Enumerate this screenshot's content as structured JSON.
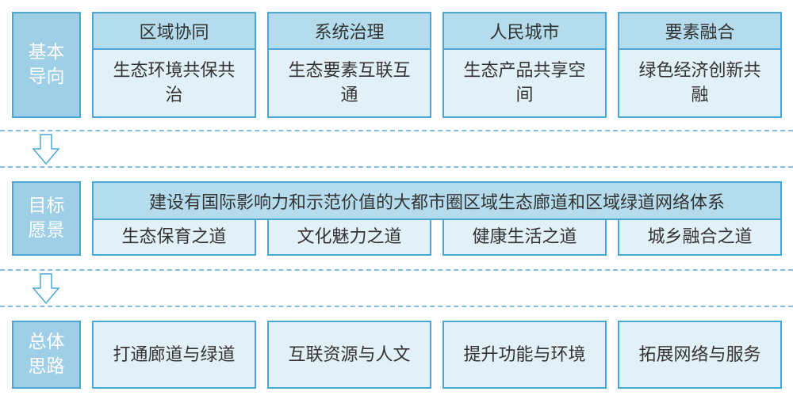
{
  "rows": {
    "basic": {
      "label": "基本导向",
      "columns": [
        {
          "header": "区域协同",
          "body": "生态环境共保共治"
        },
        {
          "header": "系统治理",
          "body": "生态要素互联互通"
        },
        {
          "header": "人民城市",
          "body": "生态产品共享空间"
        },
        {
          "header": "要素融合",
          "body": "绿色经济创新共融"
        }
      ]
    },
    "goal": {
      "label": "目标愿景",
      "banner": "建设有国际影响力和示范价值的大都市圈区域生态廊道和区域绿道网络体系",
      "items": [
        "生态保育之道",
        "文化魅力之道",
        "健康生活之道",
        "城乡融合之道"
      ]
    },
    "approach": {
      "label": "总体思路",
      "items": [
        "打通廊道与绿道",
        "互联资源与人文",
        "提升功能与环境",
        "拓展网络与服务"
      ]
    }
  },
  "colors": {
    "border": "#4aa8d8",
    "label_fill": "#9fcfe6",
    "header_fill": "#b5dcec",
    "body_fill": "#e2f0f8"
  }
}
